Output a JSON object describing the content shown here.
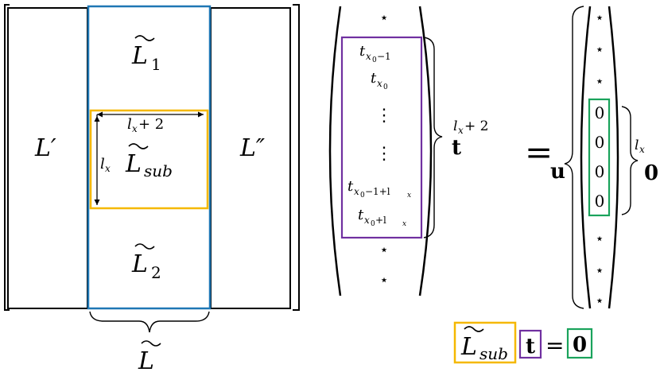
{
  "colors": {
    "blue": "#1f77b4",
    "yellow": "#f5b800",
    "purple": "#7030a0",
    "green": "#1aa35c",
    "black": "#000000"
  },
  "matrix": {
    "block_left": "L′",
    "block_right": "L″",
    "block_top": {
      "base": "L",
      "sub": "1"
    },
    "block_bottom": {
      "base": "L",
      "sub": "2"
    },
    "sub_block": {
      "base": "L",
      "sub": "sub"
    },
    "sub_width": {
      "base": "l",
      "sub": "x",
      "suffix": " + 2"
    },
    "sub_height": {
      "base": "l",
      "sub": "x"
    },
    "bottom_brace": "L"
  },
  "vector_t": {
    "top_star": "⋆",
    "entries": [
      {
        "base": "t",
        "sub": "x",
        "subsub": "0",
        "tail": "−1"
      },
      {
        "base": "t",
        "sub": "x",
        "subsub": "0",
        "tail": ""
      },
      {
        "dots": "⋮"
      },
      {
        "dots": "⋮"
      },
      {
        "base": "t",
        "sub": "x",
        "subsub": "0",
        "tail": "−1+l",
        "tailsub": "x"
      },
      {
        "base": "t",
        "sub": "x",
        "subsub": "0",
        "tail": "+l",
        "tailsub": "x"
      }
    ],
    "bottom_stars": [
      "⋆",
      "⋆"
    ],
    "brace_label": {
      "base": "l",
      "sub": "x",
      "suffix": " + 2"
    },
    "name": "t"
  },
  "equals": "=",
  "vector_u": {
    "name": "u",
    "top_stars": [
      "⋆",
      "⋆",
      "⋆"
    ],
    "zeros": [
      "0",
      "0",
      "0",
      "0"
    ],
    "bottom_stars": [
      "⋆",
      "⋆",
      "⋆"
    ],
    "brace_label": {
      "base": "l",
      "sub": "x"
    },
    "zero_vector": "0"
  },
  "equation": {
    "lhs": {
      "base": "L",
      "sub": "sub"
    },
    "vec": "t",
    "eq": "=",
    "rhs": "0"
  }
}
